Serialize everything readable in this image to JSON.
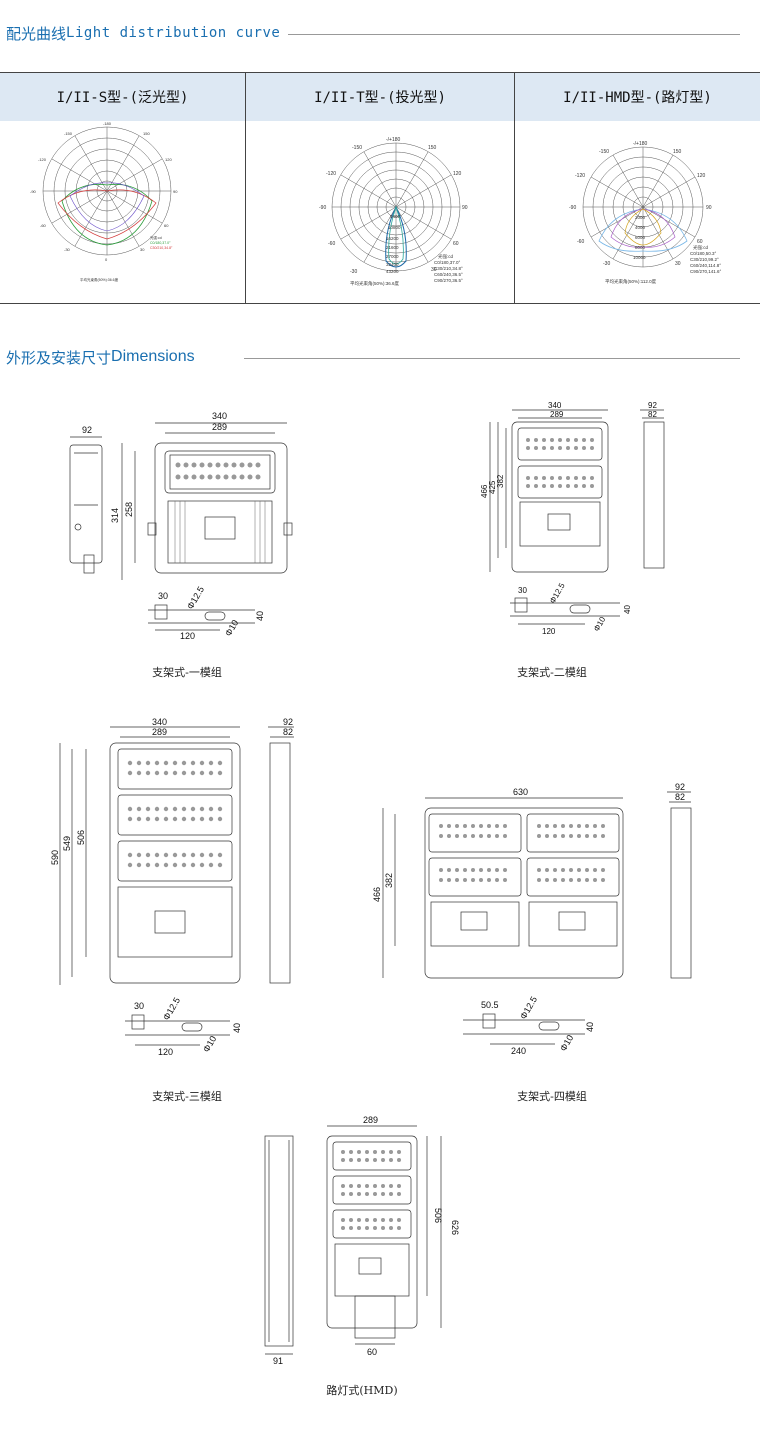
{
  "section1": {
    "title_cn": "配光曲线",
    "title_en": "Light distribution curve"
  },
  "curves": [
    {
      "label": "I/II-S型-(泛光型)",
      "angles": [
        "-180",
        "150",
        "120",
        "90",
        "60",
        "30",
        "0",
        "-30",
        "-60",
        "-90",
        "-120",
        "-150"
      ],
      "legend": [
        "光强:cd",
        "C0/180,37.0°",
        "C30/210,34.8°"
      ],
      "note": "平均光束角(50%):36.6度",
      "colors": [
        "#2a9d3a",
        "#d33a3a",
        "#6a4fc8"
      ]
    },
    {
      "label": "I/II-T型-(投光型)",
      "angles": [
        "-/+180",
        "150",
        "120",
        "90",
        "60",
        "30",
        "0",
        "-30",
        "-60",
        "-90",
        "-120",
        "-150"
      ],
      "rings": [
        "5400",
        "10800",
        "16200",
        "21600",
        "27000",
        "32400",
        "43200"
      ],
      "legend": [
        "光强:cd",
        "C0/180,37.0°",
        "C30/210,34.8°",
        "C60/240,36.5°",
        "C90/270,36.5°"
      ],
      "note": "平均光束角(50%):36.6度",
      "colors": [
        "#1e6aa8",
        "#2aa89a",
        "#6a4fc8",
        "#1a8fd0"
      ]
    },
    {
      "label": "I/II-HMD型-(路灯型)",
      "angles": [
        "-/+180",
        "150",
        "120",
        "90",
        "60",
        "30",
        "0",
        "-30",
        "-60",
        "-90",
        "-120",
        "-150"
      ],
      "rings": [
        "2000",
        "4000",
        "6000",
        "8000",
        "10000"
      ],
      "legend": [
        "光强:cd",
        "C0/180,50.3°",
        "C30/210,99.2°",
        "C60/240,114.8°",
        "C90/270,141.6°"
      ],
      "note": "平均光束角(50%):112.0度",
      "colors": [
        "#d4a520",
        "#7ab8e8",
        "#a95fc8",
        "#45b0d8"
      ]
    }
  ],
  "section2": {
    "title_cn": "外形及安装尺寸",
    "title_en": "Dimensions"
  },
  "drawings": {
    "one": {
      "caption": "支架式-一模组",
      "dims": {
        "depth": "92",
        "width_outer": "340",
        "width_inner": "289",
        "height_outer": "314",
        "height_inner": "258"
      },
      "bracket": {
        "a": "30",
        "b": "Φ12.5",
        "c": "40",
        "d": "120",
        "e": "Φ10"
      }
    },
    "two": {
      "caption": "支架式-二模组",
      "dims": {
        "width_outer": "340",
        "width_inner": "289",
        "h1": "466",
        "h2": "425",
        "h3": "382",
        "depth_outer": "92",
        "depth_inner": "82"
      },
      "bracket": {
        "a": "30",
        "b": "Φ12.5",
        "c": "40",
        "d": "120",
        "e": "Φ10"
      }
    },
    "three": {
      "caption": "支架式-三模组",
      "dims": {
        "width_outer": "340",
        "width_inner": "289",
        "h1": "590",
        "h2": "549",
        "h3": "506",
        "depth_outer": "92",
        "depth_inner": "82"
      },
      "bracket": {
        "a": "30",
        "b": "Φ12.5",
        "c": "40",
        "d": "120",
        "e": "Φ10"
      }
    },
    "four": {
      "caption": "支架式-四模组",
      "dims": {
        "width": "630",
        "h1": "466",
        "h2": "382",
        "depth_outer": "92",
        "depth_inner": "82"
      },
      "bracket": {
        "a": "50.5",
        "b": "Φ12.5",
        "c": "40",
        "d": "240",
        "e": "Φ10"
      }
    },
    "hmd": {
      "caption": "路灯式(HMD)",
      "dims": {
        "width": "289",
        "h1": "626",
        "h2": "506",
        "side": "91",
        "pole": "60"
      }
    }
  }
}
